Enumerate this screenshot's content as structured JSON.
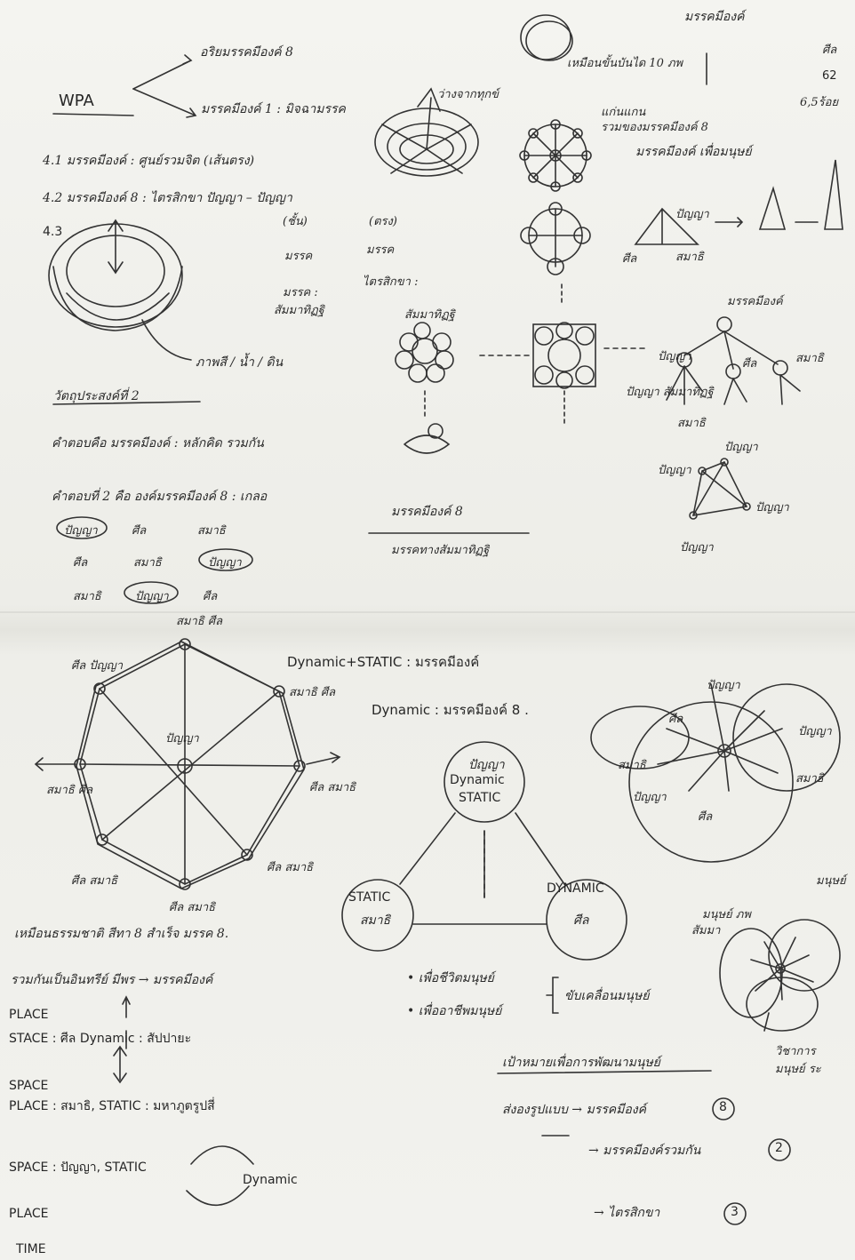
{
  "top": {
    "heading": "WPA",
    "branch1": "อริยมรรคมีองค์ 8",
    "branch2": "มรรคมีองค์ 1 : มิจฉามรรค",
    "sub_top": "ว่างจากทุกข์",
    "right_top": "มรรคมีองค์",
    "side_nums": [
      "ศีล",
      "62",
      "6,5ร้อย"
    ],
    "circle_note": "เหมือนขั้นบันได 10 ภพ"
  },
  "lines": {
    "l41": "4.1  มรรคมีองค์ : ศูนย์รวมจิต (เส้นตรง)",
    "l42": "4.2  มรรคมีองค์ 8 : ไตรสิกขา  ปัญญา – ปัญญา",
    "l42_sub1": "(ชั้น)",
    "l42_sub2": "(ตรง)",
    "l43": "4.3",
    "col1": [
      "มรรค",
      "มรรค :",
      "สัมมาทิฏฐิ"
    ],
    "col2": [
      "มรรค",
      "ไตรสิกขา :"
    ],
    "water": "ภาพสี / น้ำ / ดิน",
    "wish": "วัตถุประสงค์ที่ 2",
    "line_a": "คำตอบคือ มรรคมีองค์ : หลักคิด รวมกัน",
    "line_b": "คำตอบที่ 2 คือ องค์มรรคมีองค์ 8 : เกลอ",
    "row1": [
      "ปัญญา",
      "ศีล",
      "สมาธิ"
    ],
    "row2": [
      "ศีล",
      "สมาธิ",
      "ปัญญา"
    ],
    "row3": [
      "สมาธิ",
      "ปัญญา",
      "ศีล"
    ],
    "mid_label": "มรรคมีองค์ 8",
    "mid_label2": "มรรคทางสัมมาทิฏฐิ",
    "sammaditthi": "สัมมาทิฏฐิ"
  },
  "right_sketch": {
    "n1": "แก่นแกน",
    "n2": "รวมของมรรคมีองค์ 8",
    "n3": "มรรคมีองค์ เพื่อมนุษย์",
    "panya": "ปัญญา",
    "sila": "ศีล",
    "samadhi": "สมาธิ",
    "tree_title": "มรรคมีองค์",
    "tree_labels": [
      "ปัญญา",
      "ศีล",
      "สมาธิ",
      "ปัญญา สัมมาทิฏฐิ",
      "สมาธิ"
    ],
    "k4": [
      "ปัญญา",
      "ปัญญา",
      "ปัญญา",
      "ปัญญา"
    ]
  },
  "wheel": {
    "dyn_static": "Dynamic+STATIC : มรรคมีองค์",
    "dynamic8": "Dynamic : มรรคมีองค์ 8 .",
    "labels": [
      "สมาธิ ศีล",
      "ศีล ปัญญา",
      "สมาธิ ศีล",
      "ปัญญา",
      "ศีล สมาธิ",
      "สมาธิ ศีล",
      "ศีล สมาธิ",
      "ศีล สมาธิ",
      "ศีล สมาธิ"
    ],
    "center": "ปัญญา"
  },
  "triangle": {
    "top1": "ปัญญา",
    "top2": "Dynamic",
    "top3": "STATIC",
    "left1": "STATIC",
    "left2": "สมาธิ",
    "right1": "DYNAMIC",
    "right2": "ศีล"
  },
  "bottom": {
    "b1": "เหมือนธรรมชาติ สีทา   8   สำเร็จ มรรค 8.",
    "b2": "รวมกันเป็นอินทรีย์ มีพร → มรรคมีองค์",
    "place1": "PLACE",
    "stace": "STACE  :  ศีล   Dynamic : สัปปายะ",
    "space2": "SPACE",
    "place2": "PLACE  :  สมาธิ,  STATIC : มหาภูตรูปสี่",
    "space3": "SPACE : ปัญญา,  STATIC",
    "dyn": "Dynamic",
    "place3": "PLACE",
    "time": "TIME",
    "bullet1": "• เพื่อชีวิตมนุษย์",
    "bullet2": "• เพื่ออาชีพมนุษย์",
    "bracket": "ขับเคลื่อนมนุษย์",
    "r_title": "เป้าหมายเพื่อการพัฒนามนุษย์",
    "r1": "ส่งองรูปแบบ → มรรคมีองค์",
    "r1n": "8",
    "r2": "→ มรรคมีองค์รวมกัน",
    "r2n": "2",
    "r3": "→ ไตรสิกขา",
    "r3n": "3",
    "clusters": [
      "ปัญญา",
      "ศีล",
      "ปัญญา",
      "สมาธิ",
      "ปัญญา",
      "ศีล",
      "สมาธิ"
    ],
    "human": [
      "มนุษย์",
      "มนุษย์ ภพ",
      "สัมมา",
      "วิชาการ",
      "มนุษย์ ระ"
    ]
  }
}
